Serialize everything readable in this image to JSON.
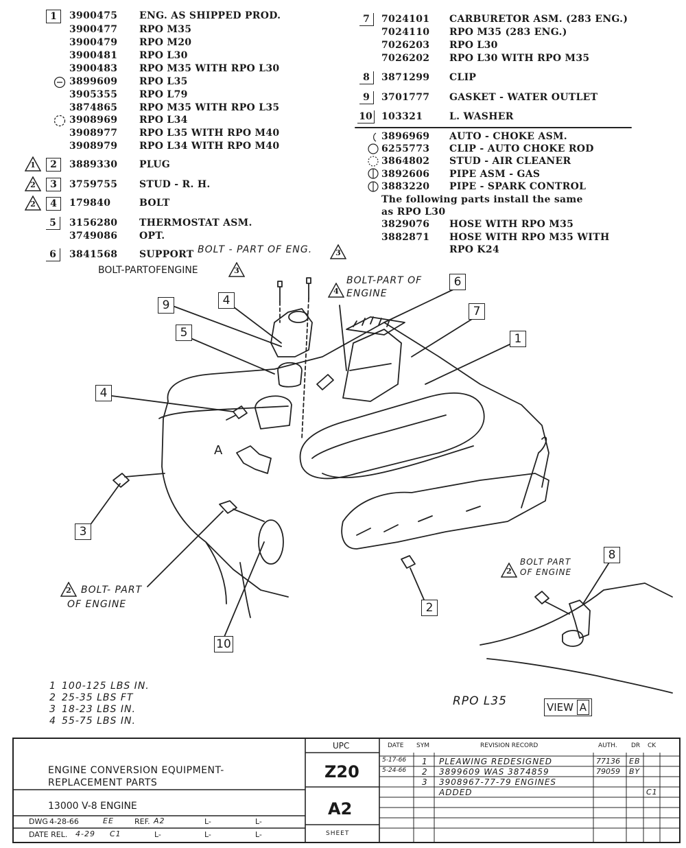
{
  "parts_left": [
    {
      "ref": "1",
      "ref_style": "box",
      "part": "3900475",
      "desc": "ENG. AS SHIPPED PROD."
    },
    {
      "part": "3900477",
      "desc": "RPO M35"
    },
    {
      "part": "3900479",
      "desc": "RPO M20"
    },
    {
      "part": "3900481",
      "desc": "RPO L30"
    },
    {
      "part": "3900483",
      "desc": "RPO M35 WITH RPO L30"
    },
    {
      "part": "3899609",
      "desc": "RPO L35"
    },
    {
      "part": "3905355",
      "desc": "RPO L79"
    },
    {
      "part": "3874865",
      "desc": "RPO M35 WITH RPO L35"
    },
    {
      "part": "3908969",
      "desc": "RPO L34"
    },
    {
      "part": "3908977",
      "desc": "RPO L35 WITH RPO M40"
    },
    {
      "part": "3908979",
      "desc": "RPO L34 WITH RPO M40"
    },
    {
      "ref": "2",
      "ref_style": "box",
      "torque": "1",
      "part": "3889330",
      "desc": "PLUG"
    },
    {
      "ref": "3",
      "ref_style": "box",
      "torque": "2",
      "part": "3759755",
      "desc": "STUD - R. H."
    },
    {
      "ref": "4",
      "ref_style": "box",
      "torque": "2",
      "part": "179840",
      "desc": "BOLT"
    },
    {
      "ref": "5",
      "ref_style": "bracket",
      "part": "3156280",
      "desc": "THERMOSTAT ASM."
    },
    {
      "part": "3749086",
      "desc": "OPT."
    },
    {
      "ref": "6",
      "ref_style": "bracket",
      "part": "3841568",
      "desc": "SUPPORT"
    }
  ],
  "parts_right": [
    {
      "ref": "7",
      "ref_style": "bracket",
      "part": "7024101",
      "desc": "CARBURETOR ASM. (283 ENG.)"
    },
    {
      "part": "7024110",
      "desc": "RPO M35 (283 ENG.)"
    },
    {
      "part": "7026203",
      "desc": "RPO L30"
    },
    {
      "part": "7026202",
      "desc": "RPO L30 WITH RPO M35"
    },
    {
      "ref": "8",
      "ref_style": "bracket",
      "part": "3871299",
      "desc": "CLIP"
    },
    {
      "ref": "9",
      "ref_style": "bracket",
      "part": "3701777",
      "desc": "GASKET - WATER OUTLET"
    },
    {
      "ref": "10",
      "ref_style": "bracket",
      "part": "103321",
      "desc": "L. WASHER"
    }
  ],
  "parts_right_lower": [
    {
      "part": "3896969",
      "desc": "AUTO - CHOKE ASM."
    },
    {
      "part": "6255773",
      "desc": "CLIP - AUTO CHOKE ROD"
    },
    {
      "part": "3864802",
      "desc": "STUD - AIR CLEANER"
    },
    {
      "part": "3892606",
      "desc": "PIPE ASM - GAS"
    },
    {
      "part": "3883220",
      "desc": "PIPE - SPARK CONTROL"
    }
  ],
  "note_l30_line1": "The following parts install the same",
  "note_l30_line2": "as RPO L30",
  "parts_right_note": [
    {
      "part": "3829076",
      "desc": "HOSE WITH RPO M35"
    },
    {
      "part": "3882871",
      "desc": "HOSE WITH RPO M35 WITH"
    },
    {
      "part": "",
      "desc": "RPO K24"
    }
  ],
  "drawing_labels": {
    "bolt_part_of_eng_top": "BOLT - PART OF ENG.",
    "bolt_part_of_engine_left": "BOLT-PARTOFENGINE",
    "bolt_part_of_engine_4_l1": "BOLT-PART OF",
    "bolt_part_of_engine_4_l2": "ENGINE",
    "bolt_part_of_engine_2_l1": "BOLT- PART",
    "bolt_part_of_engine_2_l2": "OF ENGINE",
    "bolt_part_of_engine_view_l1": "BOLT PART",
    "bolt_part_of_engine_view_l2": "OF ENGINE",
    "view_letter": "A",
    "rpo_label": "RPO L35",
    "view_word": "VIEW"
  },
  "callouts": [
    "1",
    "2",
    "3",
    "4",
    "4",
    "5",
    "6",
    "7",
    "8",
    "9",
    "10",
    "2",
    "3",
    "3",
    "4",
    "2",
    "2"
  ],
  "torque_notes": [
    {
      "sym": "1",
      "text": "100-125 LBS IN."
    },
    {
      "sym": "2",
      "text": "25-35 LBS FT"
    },
    {
      "sym": "3",
      "text": "18-23 LBS IN."
    },
    {
      "sym": "4",
      "text": "55-75 LBS IN."
    }
  ],
  "title_block": {
    "title_line1": "ENGINE CONVERSION EQUIPMENT-",
    "title_line2": "REPLACEMENT PARTS",
    "subtitle": "13000 V-8 ENGINE",
    "upc_header": "UPC",
    "upc_code": "Z20",
    "section": "A2",
    "dwg_label": "DWG",
    "dwg_date": "4-28-66",
    "dwg_initials": "EE",
    "date_rel_label": "DATE REL.",
    "date_rel": "4-29",
    "date_rel_initials": "C1",
    "ref_label": "REF.",
    "ref_value": "A2",
    "l_marks": [
      "L-",
      "L-",
      "L-",
      "L-",
      "L-"
    ],
    "sheet_label": "SHEET",
    "headers": {
      "date": "DATE",
      "sym": "SYM",
      "revision": "REVISION RECORD",
      "auth": "AUTH.",
      "dr": "DR",
      "ck": "CK"
    },
    "revisions": [
      {
        "date": "5-17-66",
        "sym": "1",
        "record": "PLEAWING REDESIGNED",
        "auth": "77136",
        "dr": "EB",
        "ck": ""
      },
      {
        "date": "5-24-66",
        "sym": "2",
        "record": "3899609 WAS 3874859",
        "auth": "79059",
        "dr": "BY",
        "ck": ""
      },
      {
        "date": "",
        "sym": "3",
        "record": "3908967-77-79 ENGINES",
        "auth": "",
        "dr": "",
        "ck": ""
      },
      {
        "date": "",
        "sym": "",
        "record": "ADDED",
        "auth": "",
        "dr": "",
        "ck": "C1"
      }
    ]
  }
}
